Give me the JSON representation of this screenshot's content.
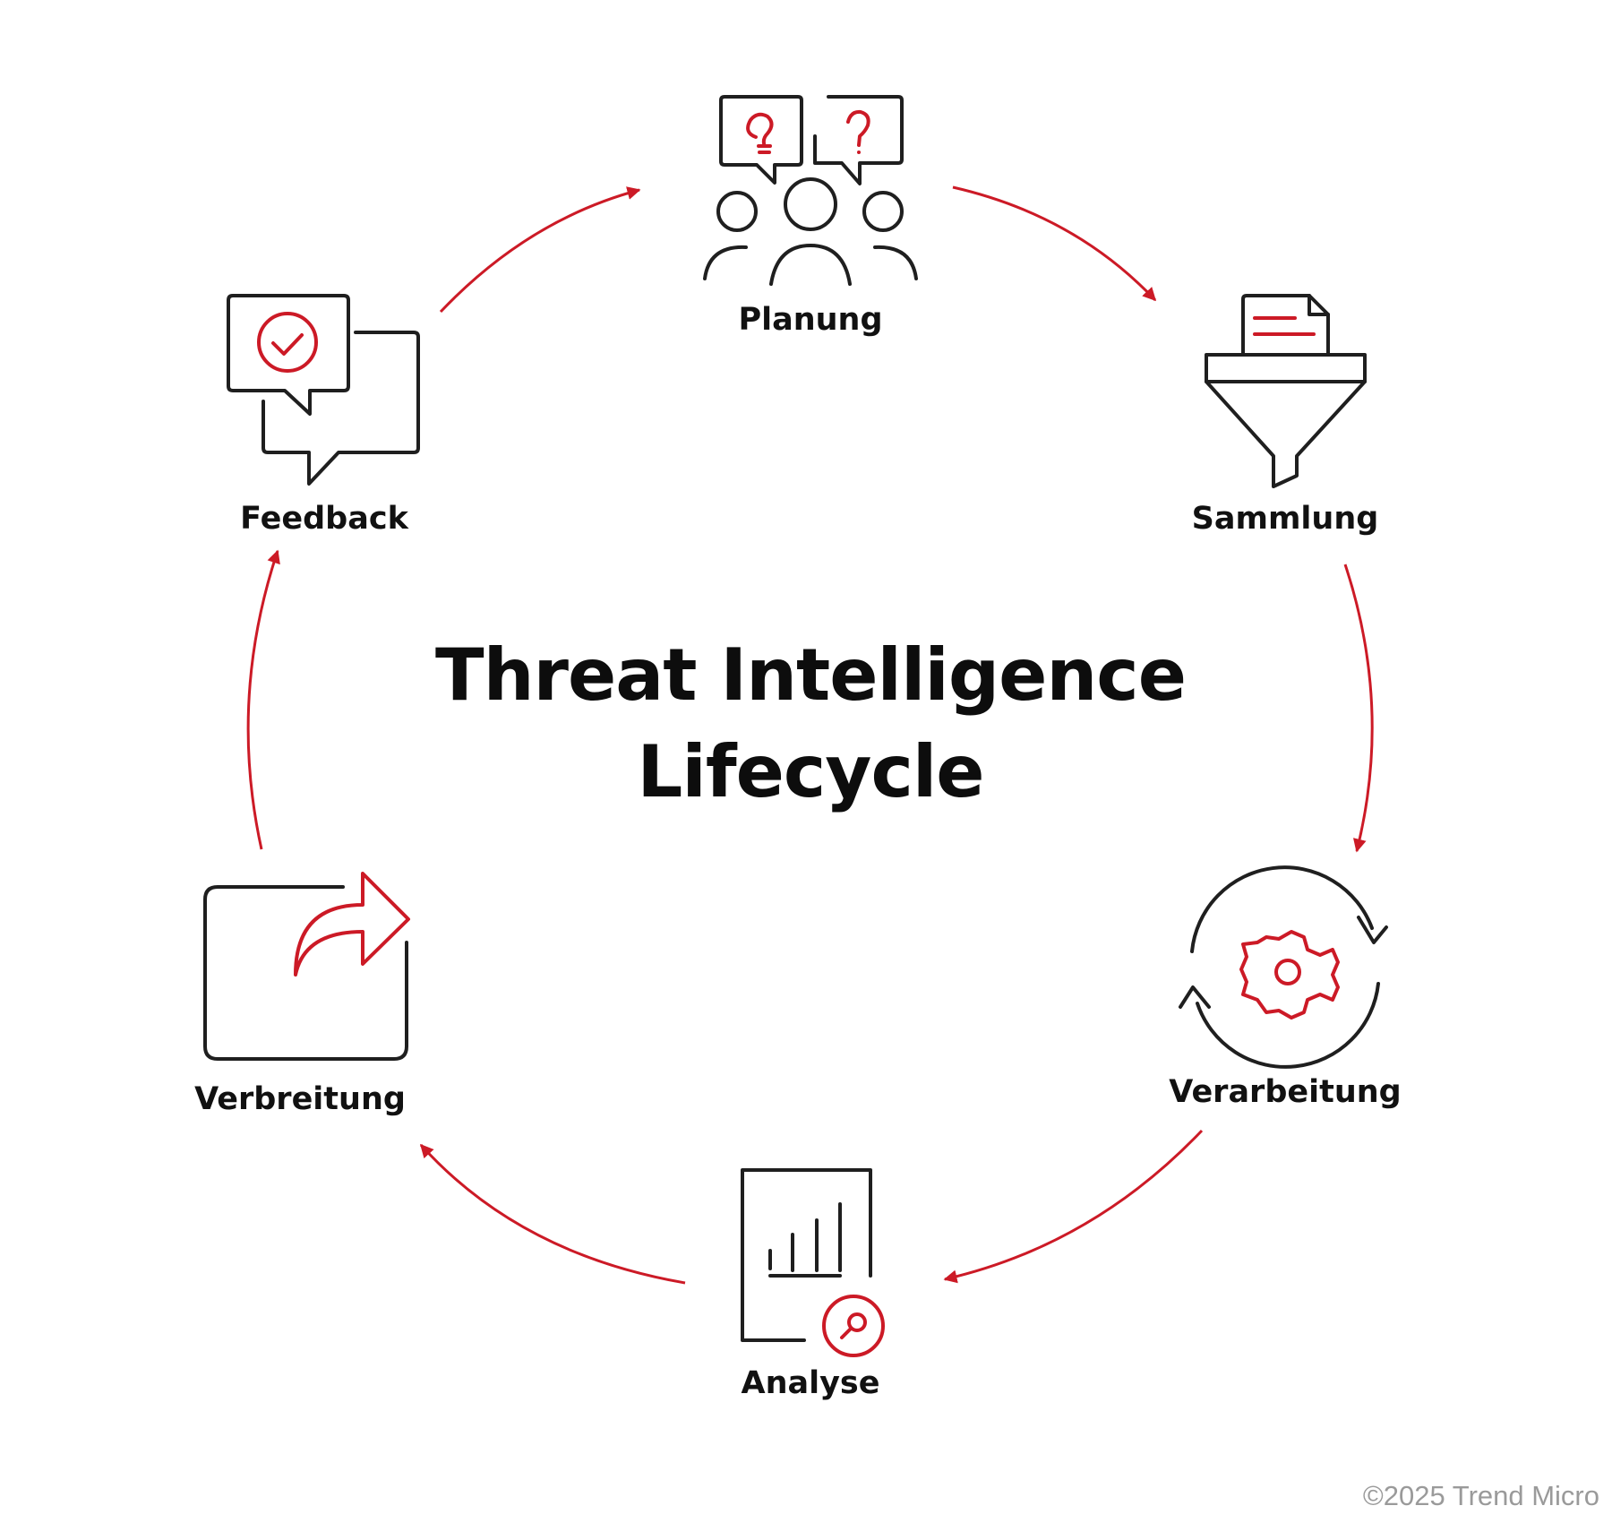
{
  "title": {
    "line1": "Threat Intelligence",
    "line2": "Lifecycle"
  },
  "stages": [
    {
      "label": "Planung",
      "icon": "people-questions-icon"
    },
    {
      "label": "Sammlung",
      "icon": "document-funnel-icon"
    },
    {
      "label": "Verarbeitung",
      "icon": "gear-refresh-icon"
    },
    {
      "label": "Analyse",
      "icon": "report-magnifier-icon"
    },
    {
      "label": "Verbreitung",
      "icon": "share-arrow-icon"
    },
    {
      "label": "Feedback",
      "icon": "chat-checkmark-icon"
    }
  ],
  "copyright": "©2025 Trend Micro",
  "colors": {
    "accent": "#cc1a26",
    "ink": "#1f1f1f",
    "text": "#111111",
    "muted": "#9a9a9a"
  }
}
